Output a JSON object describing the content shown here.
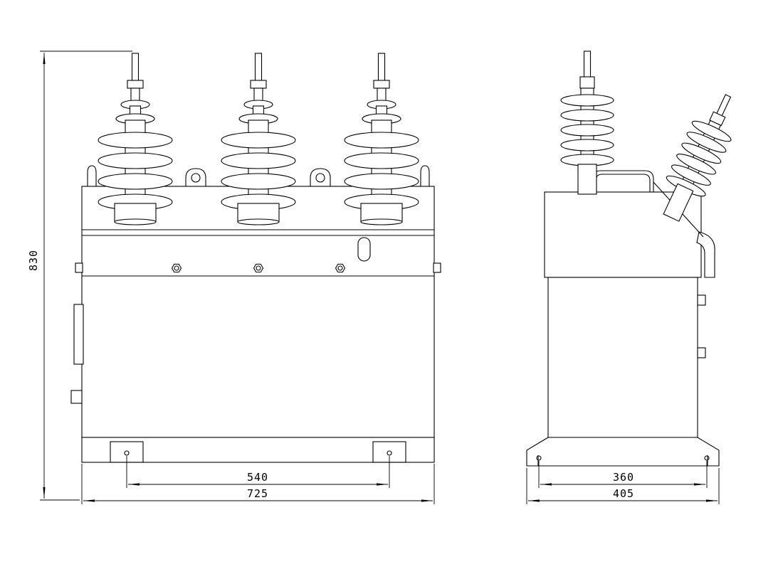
{
  "drawing": {
    "background": "#ffffff",
    "line_color": "#000000",
    "views": [
      "front-view",
      "side-view"
    ],
    "dimensions": {
      "overall_height": "830",
      "front_mounting_span": "540",
      "front_overall_width": "725",
      "side_mounting_span": "360",
      "side_overall_width": "405"
    }
  }
}
